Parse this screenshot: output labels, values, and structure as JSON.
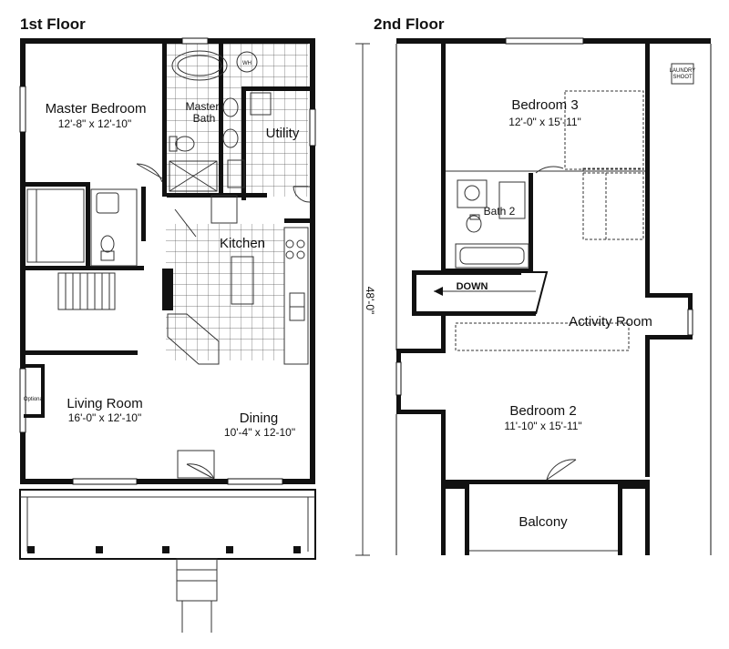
{
  "floors": {
    "first": {
      "title": "1st Floor",
      "rooms": {
        "master_bedroom": {
          "name": "Master Bedroom",
          "size": "12'-8\" x 12'-10\""
        },
        "master_bath": {
          "name_line1": "Master",
          "name_line2": "Bath"
        },
        "wh": "WH",
        "utility": "Utility",
        "kitchen": "Kitchen",
        "living_room": {
          "name": "Living Room",
          "size": "16'-0\" x 12'-10\""
        },
        "optional": "Optional",
        "dining": {
          "name": "Dining",
          "size": "10'-4\" x 12-10\""
        }
      }
    },
    "second": {
      "title": "2nd Floor",
      "rooms": {
        "bedroom3": {
          "name": "Bedroom 3",
          "size": "12'-0\" x 15'-11\""
        },
        "laundry_line1": "LAUNDRY",
        "laundry_line2": "SHOOT",
        "bath2": "Bath 2",
        "down": "DOWN",
        "activity_room": "Activity Room",
        "bedroom2": {
          "name": "Bedroom 2",
          "size": "11'-10\" x 15'-11\""
        },
        "balcony": "Balcony"
      }
    }
  },
  "overall_dimension": "48'-0\""
}
